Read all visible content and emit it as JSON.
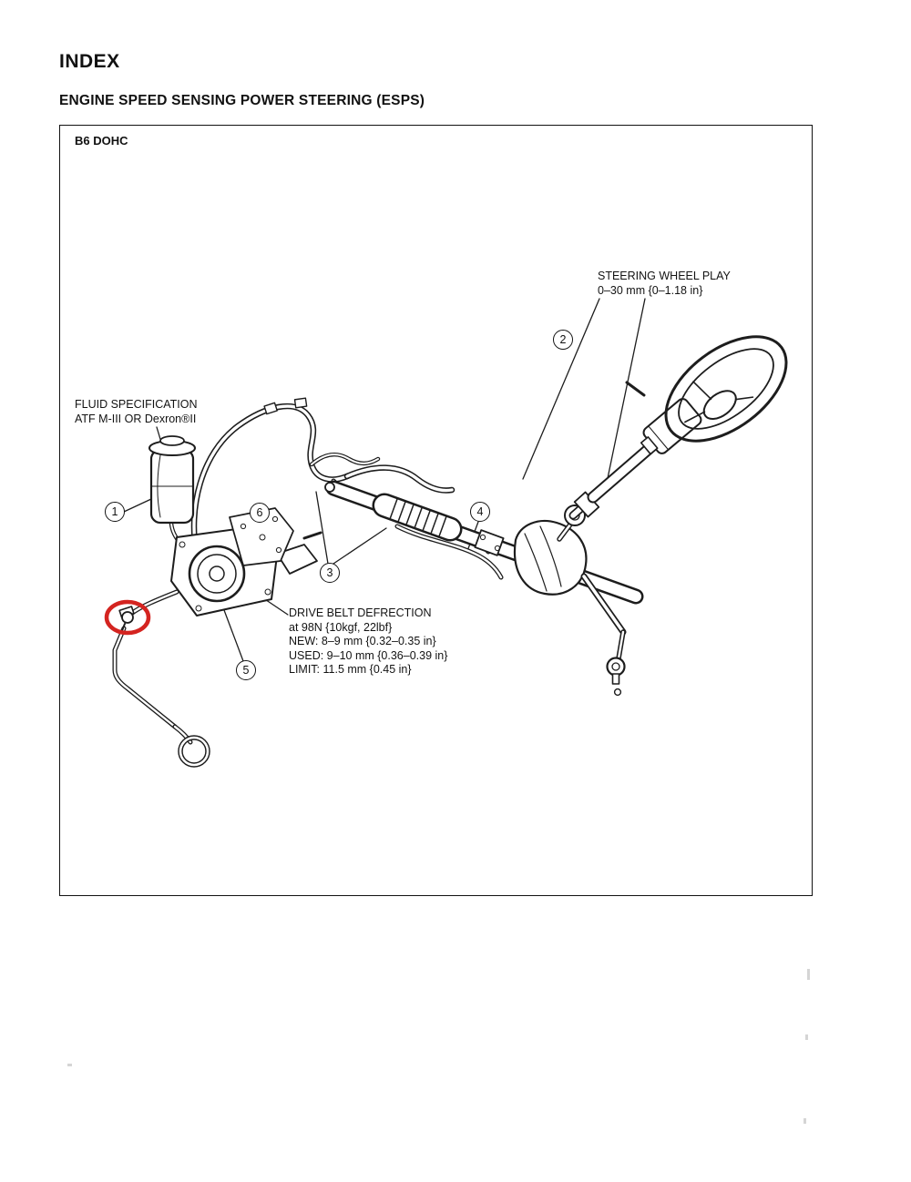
{
  "page": {
    "title": "INDEX",
    "section_title": "ENGINE SPEED SENSING POWER STEERING (ESPS)"
  },
  "diagram": {
    "model_label": "B6 DOHC",
    "callouts": [
      "1",
      "2",
      "3",
      "4",
      "5",
      "6"
    ],
    "labels": {
      "steering_wheel_play": [
        "STEERING WHEEL PLAY",
        "0–30 mm {0–1.18 in}"
      ],
      "fluid_spec": [
        "FLUID SPECIFICATION",
        "ATF M-III OR Dexron®II"
      ],
      "drive_belt": [
        "DRIVE BELT DEFRECTION",
        "at 98N {10kgf, 22lbf}",
        "NEW: 8–9 mm {0.32–0.35 in}",
        "USED: 9–10 mm {0.36–0.39 in}",
        "LIMIT: 11.5 mm {0.45 in}"
      ]
    },
    "highlight_color": "#d42420"
  }
}
